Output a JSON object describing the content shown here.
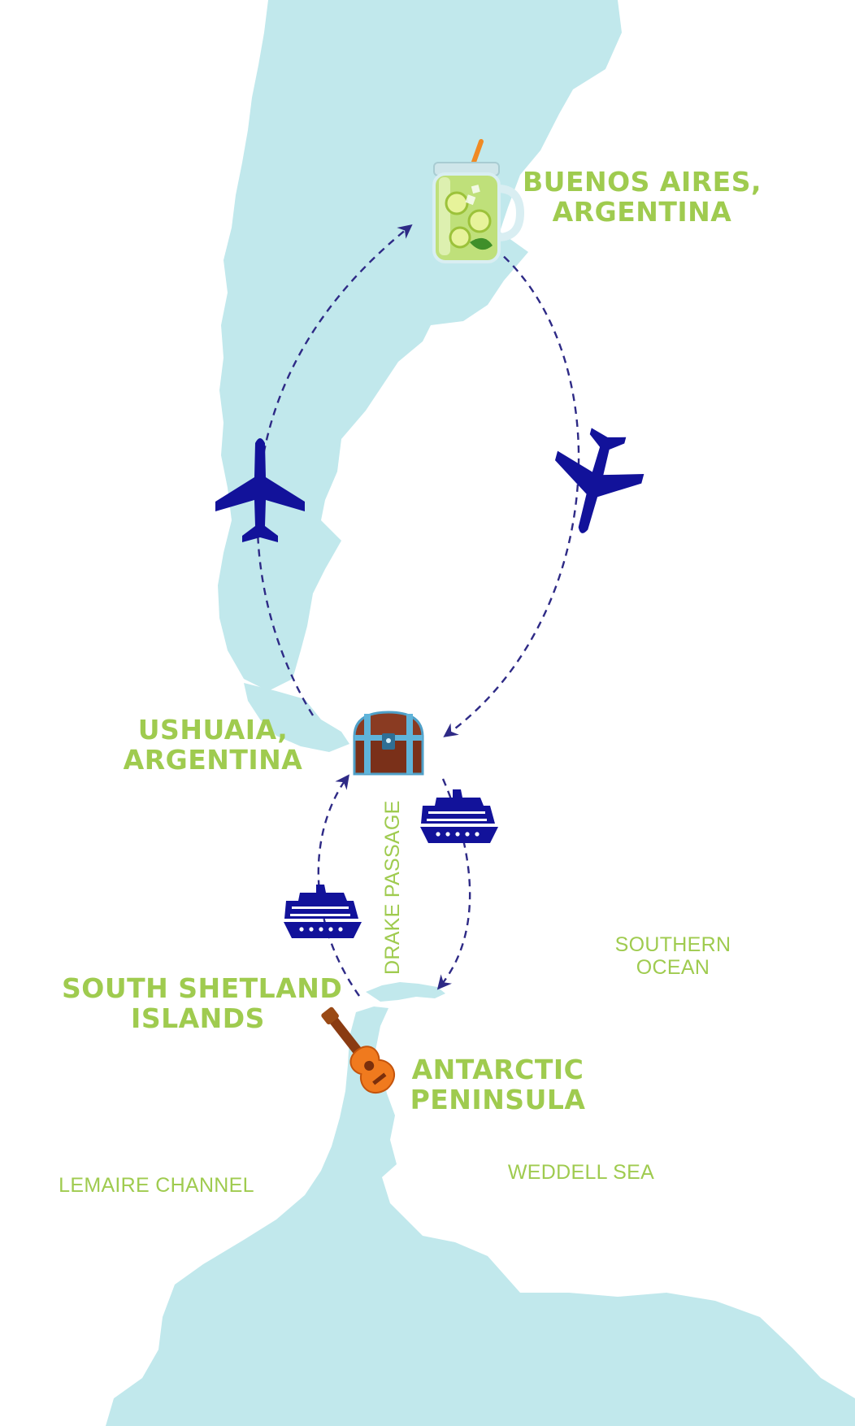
{
  "colors": {
    "land": "#c1e8ec",
    "label_green": "#9fcb4f",
    "route": "#2e2a86",
    "vehicle": "#12129a"
  },
  "places": {
    "buenos_aires": {
      "line1": "BUENOS AIRES,",
      "line2": "ARGENTINA",
      "icon": "drink-jar-icon"
    },
    "ushuaia": {
      "line1": "USHUAIA,",
      "line2": "ARGENTINA",
      "icon": "treasure-chest-icon"
    },
    "south_shetland": {
      "line1": "SOUTH SHETLAND",
      "line2": "ISLANDS"
    },
    "antarctic_peninsula": {
      "line1": "ANTARCTIC",
      "line2": "PENINSULA",
      "icon": "ukulele-icon"
    }
  },
  "waters": {
    "drake_passage": "DRAKE PASSAGE",
    "southern_ocean_1": "SOUTHERN",
    "southern_ocean_2": "OCEAN",
    "lemaire_channel": "LEMAIRE CHANNEL",
    "weddell_sea": "WEDDELL SEA"
  },
  "transport": {
    "outbound_flight": "airplane-icon",
    "return_flight": "airplane-icon",
    "cruise_south": "cruise-ship-icon",
    "cruise_north": "cruise-ship-icon"
  }
}
